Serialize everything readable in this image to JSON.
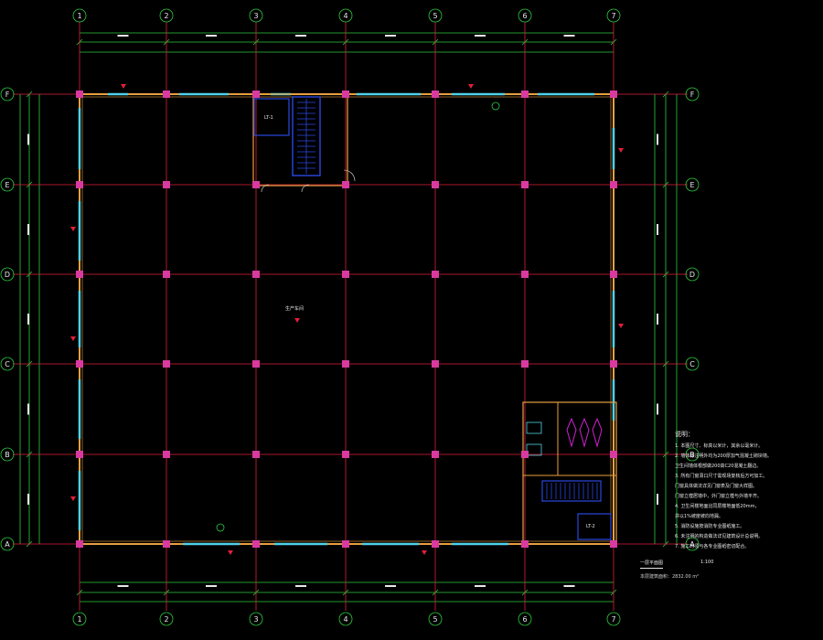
{
  "drawing": {
    "colors": {
      "background": "#000000",
      "axis_line": "#e0203a",
      "dimension_line": "#2ecc40",
      "wall": "#e8a040",
      "window": "#4fd1e8",
      "column": "#d83aa0",
      "stair": "#2a48e0",
      "fixture": "#d020d0",
      "text": "#e8e8e8"
    },
    "column_axes": [
      "1",
      "2",
      "3",
      "4",
      "5",
      "6",
      "7"
    ],
    "row_axes": [
      "F",
      "E",
      "D",
      "C",
      "B",
      "A"
    ],
    "room_tags": [
      {
        "name": "main-hall-tag",
        "text": "生产车间"
      },
      {
        "name": "stair-1-tag",
        "text": "LT-1"
      },
      {
        "name": "stair-2-tag",
        "text": "LT-2"
      }
    ],
    "notes": {
      "title": "说明：",
      "lines": [
        "1. 本图尺寸、标高以米计，其余以毫米计。",
        "2. 墙体除注明外均为200厚加气混凝土砌块墙。",
        "   卫生间墙体根部做200高C20混凝土翻边。",
        "3. 所有门窗洞口尺寸需现场复核后方可加工。",
        "   门窗具体做法详见门窗表及门窗大样图。",
        "   门窗立樘居墙中，外门窗立樘与外墙平齐。",
        "4. 卫生间楼地面比同层楼地面低20mm，",
        "   并以1%坡度坡向地漏。",
        "5. 消防设施按消防专业图纸施工。",
        "6. 未注明的构造做法详见建筑设计总说明。",
        "7. 施工时须与各专业图纸密切配合。"
      ]
    },
    "caption": {
      "title": "一层平面图",
      "scale": "1:100",
      "subtitle": "本层建筑面积：2832.00 m²"
    }
  }
}
